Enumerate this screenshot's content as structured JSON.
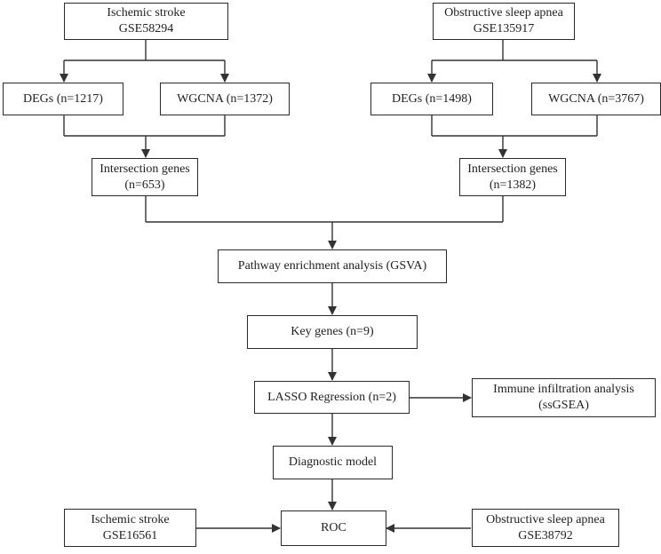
{
  "flowchart": {
    "is_source": {
      "line1": "Ischemic stroke",
      "line2": "GSE58294"
    },
    "osa_source": {
      "line1": "Obstructive sleep apnea",
      "line2": "GSE135917"
    },
    "is_degs": {
      "line1": "DEGs (n=1217)"
    },
    "is_wgcna": {
      "line1": "WGCNA (n=1372)"
    },
    "osa_degs": {
      "line1": "DEGs (n=1498)"
    },
    "osa_wgcna": {
      "line1": "WGCNA (n=3767)"
    },
    "is_intersection": {
      "line1": "Intersection genes",
      "line2": "(n=653)"
    },
    "osa_intersection": {
      "line1": "Intersection genes",
      "line2": "(n=1382)"
    },
    "pathway": {
      "line1": "Pathway enrichment analysis (GSVA)"
    },
    "key_genes": {
      "line1": "Key genes (n=9)"
    },
    "lasso": {
      "line1": "LASSO Regression (n=2)"
    },
    "immune": {
      "line1": "Immune infiltration analysis",
      "line2": "(ssGSEA)"
    },
    "diagnostic": {
      "line1": "Diagnostic model"
    },
    "roc": {
      "line1": "ROC"
    },
    "is_validation": {
      "line1": "Ischemic stroke",
      "line2": "GSE16561"
    },
    "osa_validation": {
      "line1": "Obstructive sleep apnea",
      "line2": "GSE38792"
    }
  },
  "colors": {
    "line": "#333333",
    "border": "#2a2a2a",
    "text": "#222222"
  }
}
